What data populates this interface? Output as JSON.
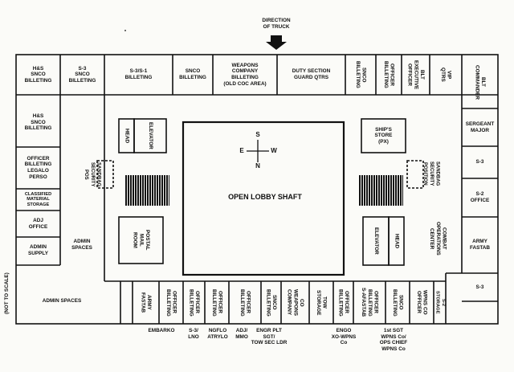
{
  "header": {
    "direction": "DIRECTION\nOF TRUCK",
    "truck_icon": "down-arrow-icon"
  },
  "top_row": {
    "hs_snco_billeting_top": "H&S\nSNCO\nBILLETING",
    "s3_snco_billeting": "S-3\nSNCO\nBILLETING",
    "s3_s1_billeting": "S-3/S-1\nBILLETING",
    "snco_billeting": "SNCO\nBILLETING",
    "weapons_company": "WEAPONS\nCOMPANY\nBILLETING\n(OLD COC AREA)",
    "duty_section": "DUTY SECTION\nGUARD QTRS",
    "snco_billeting_v": "SNCO\nBILLETING",
    "officer_billeting_v": "OFFICER\nBILLETING",
    "blt_executive_officer": "BLT\nEXECUTIVE\nOFFICER",
    "vip_qtrs": "VIP\nQTRS",
    "blt_commander": "BLT\nCOMMANDER"
  },
  "left_column": {
    "hs_snco_billeting": "H&S\nSNCO\nBILLETING",
    "officer_billeting_legalo": "OFFICER\nBILLETING\nLEGALO\nPERSO",
    "classified_storage": "CLASSIFIED\nMATERIAL\nSTORAGE",
    "adj_office": "ADJ\nOFFICE",
    "admin_supply": "ADMIN\nSUPPLY",
    "admin_spaces_upper": "ADMIN\nSPACES",
    "admin_spaces_lower": "ADMIN SPACES",
    "not_to_scale": "(NOT TO SCALE)"
  },
  "right_column": {
    "sergeant_major": "SERGEANT\nMAJOR",
    "s3_upper": "S-3",
    "s2_office": "S-2\nOFFICE",
    "army_fastab": "ARMY\nFASTAB",
    "s3_lower": "S-3",
    "combat_operations_center": "COMBAT\nOPERATIONS\nCENTER"
  },
  "interior": {
    "head_left": "HEAD",
    "elevator_left": "ELEVATOR",
    "sandbag_left": "SANDBAG\nSECURITY\nPOS",
    "postal_mail_room": "POSTAL\nMAIL\nROOM",
    "open_lobby_shaft": "OPEN LOBBY SHAFT",
    "ships_store": "SHIP'S\nSTORE\n(PX)",
    "sandbag_right": "SANDBAG\nSECURITY\nPOSITION",
    "elevator_right": "ELEVATOR",
    "head_right": "HEAD",
    "compass": {
      "s": "S",
      "e": "E",
      "w": "W",
      "n": "N"
    }
  },
  "bottom_row": {
    "army_fastab": "ARMY\nFASTAB",
    "officer_billeting_1": "OFFICER\nBILLETING",
    "officer_billeting_2": "OFFICER\nBILLETING",
    "officer_billeting_3": "OFFICER\nBILLETING",
    "officer_billeting_4": "OFFICER\nBILLETING",
    "snco_billeting": "SNCO\nBILLETING",
    "co_weapons_company": "CO\nWEAPONS\nCOMPANY",
    "tow_storage": "TOW\nSTORAGE",
    "officer_billeting_5": "OFFICER\nBILLETING",
    "officer_billeting_safastab": "OFFICER\nBILLETING\nS-AFASTAB",
    "snco_billeting_2": "SNCO\nBILLETING",
    "wpns_co_officer": "WPNS CO\nOFFICER",
    "s2_storage": "S-2\nSTORAGE"
  },
  "bottom_labels": {
    "embarko": "EMBARKO",
    "s3_lno": "S-3/\nLNO",
    "ngflo": "NGFLO\nATRYLO",
    "adj_mmo": "ADJ/\nMMO",
    "engr_plt": "ENGR PLT\nSGT/\nTOW SEC LDR",
    "engo": "ENGO\nXO-WPNS\nCo",
    "first_sgt": "1st SGT\nWPNS Co/\nOPS CHIEF\nWPNS Co"
  }
}
